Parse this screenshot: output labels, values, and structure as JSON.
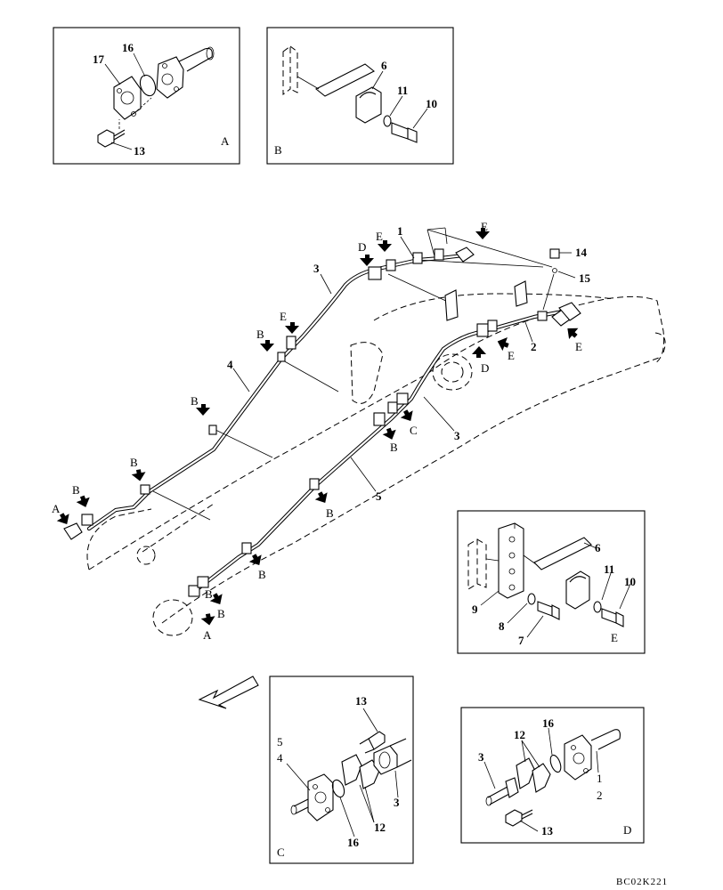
{
  "views": {
    "A": {
      "letter": "A",
      "callouts": [
        "17",
        "16",
        "13"
      ]
    },
    "B": {
      "letter": "B",
      "callouts": [
        "6",
        "11",
        "10"
      ]
    },
    "C": {
      "letter": "C",
      "callouts": [
        "13",
        "5",
        "4",
        "3",
        "12",
        "16"
      ]
    },
    "D": {
      "letter": "D",
      "callouts": [
        "12",
        "16",
        "3",
        "1",
        "2",
        "13"
      ]
    },
    "E": {
      "letter": "E",
      "callouts": [
        "9",
        "6",
        "11",
        "10",
        "8",
        "7"
      ]
    }
  },
  "main": {
    "pipe_labels": [
      "1",
      "2",
      "3",
      "3",
      "4",
      "5"
    ],
    "fitting_labels": [
      "14",
      "15"
    ],
    "view_markers": [
      "A",
      "A",
      "B",
      "B",
      "B",
      "B",
      "B",
      "B",
      "B",
      "B",
      "B",
      "C",
      "D",
      "D",
      "E",
      "E",
      "E",
      "E",
      "E"
    ]
  },
  "drawing_code": "BC02K221"
}
